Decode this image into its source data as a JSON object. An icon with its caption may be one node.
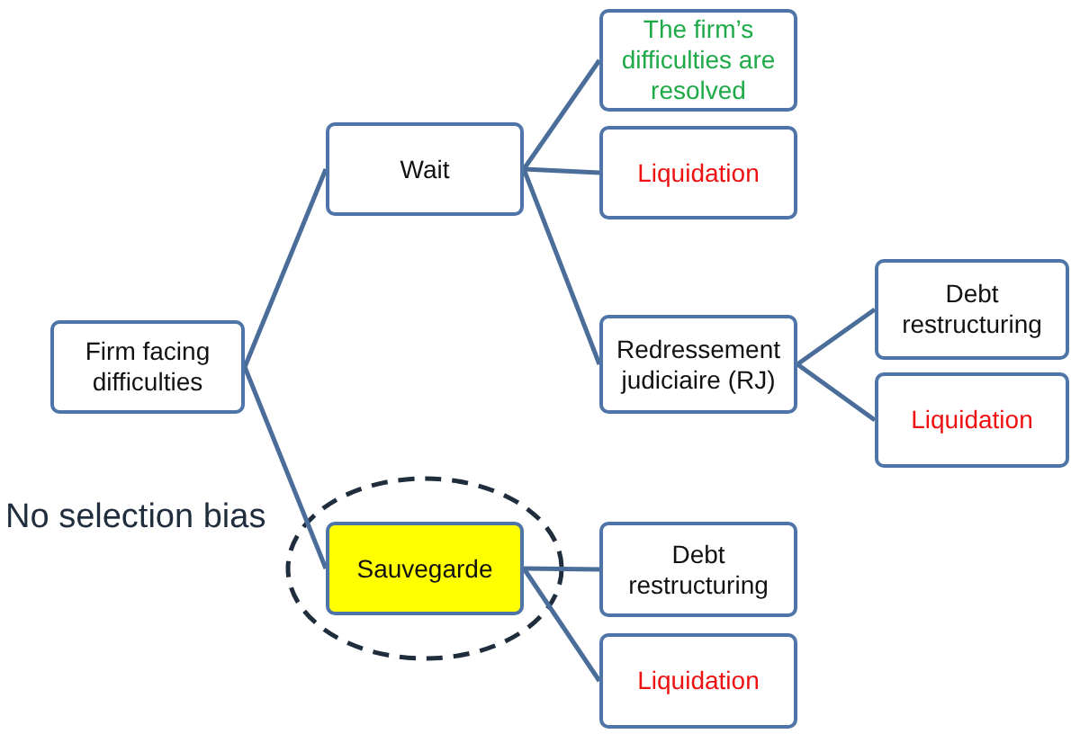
{
  "diagram": {
    "nodes": [
      {
        "text": [
          "Firm facing difficulties"
        ]
      },
      {
        "text": [
          "Wait"
        ]
      },
      {
        "text": [
          "Sauvegarde"
        ]
      },
      {
        "text": [
          "The firm’s difficulties are resolved"
        ]
      },
      {
        "text": [
          "Liquidation"
        ]
      },
      {
        "text": [
          "Redressement judiciaire (RJ)"
        ]
      },
      {
        "text": [
          "Debt restructuring"
        ]
      },
      {
        "text": [
          "Liquidation"
        ]
      },
      {
        "text": [
          "Debt restructuring"
        ]
      },
      {
        "text": [
          "Liquidation"
        ]
      }
    ],
    "edges": [
      {
        "from": 0,
        "to": 1,
        "arrow": "none"
      },
      {
        "from": 0,
        "to": 2,
        "arrow": "none"
      },
      {
        "from": 1,
        "to": 3,
        "arrow": "none"
      },
      {
        "from": 1,
        "to": 4,
        "arrow": "none"
      },
      {
        "from": 1,
        "to": 5,
        "arrow": "none"
      },
      {
        "from": 5,
        "to": 6,
        "arrow": "none"
      },
      {
        "from": 5,
        "to": 7,
        "arrow": "none"
      },
      {
        "from": 2,
        "to": 8,
        "arrow": "none"
      },
      {
        "from": 2,
        "to": 9,
        "arrow": "none"
      }
    ],
    "labels": [
      "No selection bias"
    ]
  }
}
